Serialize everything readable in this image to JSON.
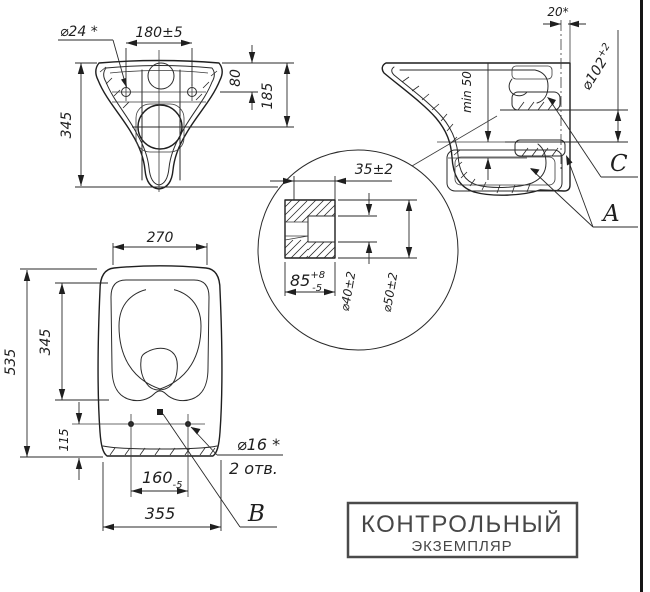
{
  "drawing": {
    "front_view": {
      "dim_diameter_24": "⌀24 *",
      "dim_180": "180±5",
      "dim_80": "80",
      "dim_185": "185",
      "dim_345": "345"
    },
    "side_view": {
      "dim_20": "20*",
      "dim_diameter_102": "⌀102",
      "dim_diameter_102_tol": "+2",
      "dim_min_50": "min 50",
      "label_c": "C",
      "label_a": "A"
    },
    "detail_view": {
      "dim_35": "35±2",
      "dim_85": "85",
      "dim_85_upper": "+8",
      "dim_85_lower": "-5",
      "dim_diameter_40": "⌀40±2",
      "dim_diameter_50": "⌀50±2"
    },
    "top_view": {
      "dim_270": "270",
      "dim_535": "535",
      "dim_345": "345",
      "dim_115": "115",
      "dim_160": "160",
      "dim_160_tol": "-5",
      "dim_355": "355",
      "dim_diameter_16": "⌀16 *",
      "holes_note": "2 отв.",
      "label_b": "B"
    },
    "stamp": {
      "line1": "КОНТРОЛЬНЫЙ",
      "line2": "ЭКЗЕМПЛЯР"
    },
    "colors": {
      "line": "#1f1f1f",
      "stamp": "#474747",
      "background": "#ffffff"
    }
  }
}
